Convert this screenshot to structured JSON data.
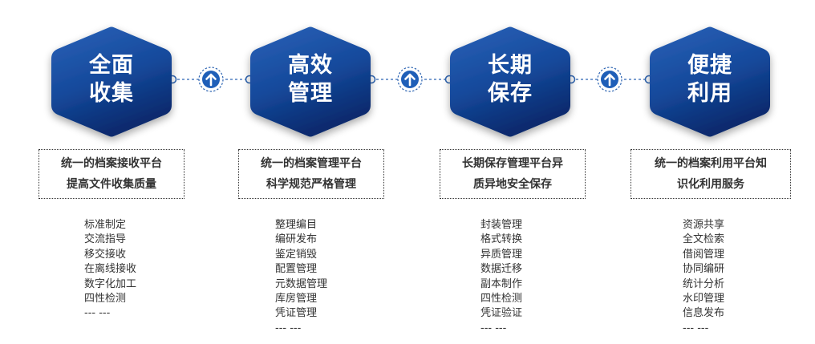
{
  "colors": {
    "hex_gradient_top": "#1f4fa0",
    "hex_gradient_bottom": "#0a2f78",
    "connector": "#2f66b3",
    "text": "#333333"
  },
  "stages": [
    {
      "title_line1": "全面",
      "title_line2": "收集",
      "summary_line1": "统一的档案接收平台",
      "summary_line2": "提高文件收集质量",
      "items": [
        "标准制定",
        "交流指导",
        "移交接收",
        "在离线接收",
        "数字化加工",
        "四性检测",
        "--- ---"
      ]
    },
    {
      "title_line1": "高效",
      "title_line2": "管理",
      "summary_line1": "统一的档案管理平台",
      "summary_line2": "科学规范严格管理",
      "items": [
        "整理编目",
        "编研发布",
        "鉴定销毁",
        "配置管理",
        "元数据管理",
        "库房管理",
        "凭证管理",
        "--- ---"
      ]
    },
    {
      "title_line1": "长期",
      "title_line2": "保存",
      "summary_line1": "长期保存管理平台异",
      "summary_line2": "质异地安全保存",
      "items": [
        "封装管理",
        "格式转换",
        "异质管理",
        "数据迁移",
        "副本制作",
        "四性检测",
        "凭证验证",
        "--- ---"
      ]
    },
    {
      "title_line1": "便捷",
      "title_line2": "利用",
      "summary_line1": "统一的档案利用平台知",
      "summary_line2": "识化利用服务",
      "items": [
        "资源共享",
        "全文检索",
        "借阅管理",
        "协同编研",
        "统计分析",
        "水印管理",
        "信息发布",
        "--- ---"
      ]
    }
  ],
  "connectors": [
    {
      "icon": "up-arrow-icon"
    },
    {
      "icon": "up-arrow-icon"
    },
    {
      "icon": "up-arrow-icon"
    }
  ]
}
